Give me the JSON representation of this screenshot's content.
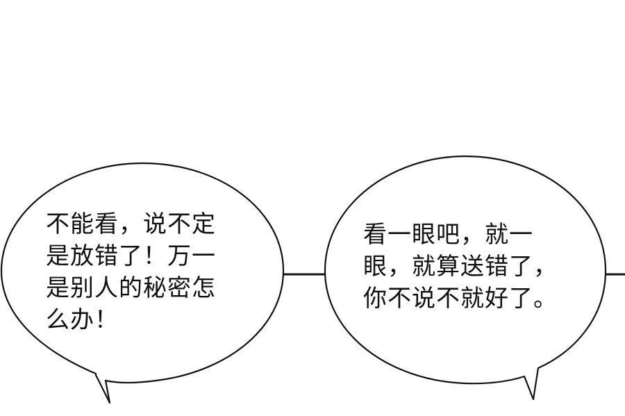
{
  "speech_bubbles": [
    {
      "lines": [
        "不能看，说不定",
        "是放错了！万一",
        "是别人的秘密怎",
        "么办！"
      ]
    },
    {
      "lines": [
        "看一眼吧，就一",
        "眼，就算送错了，",
        "你不说不就好了。"
      ]
    }
  ]
}
